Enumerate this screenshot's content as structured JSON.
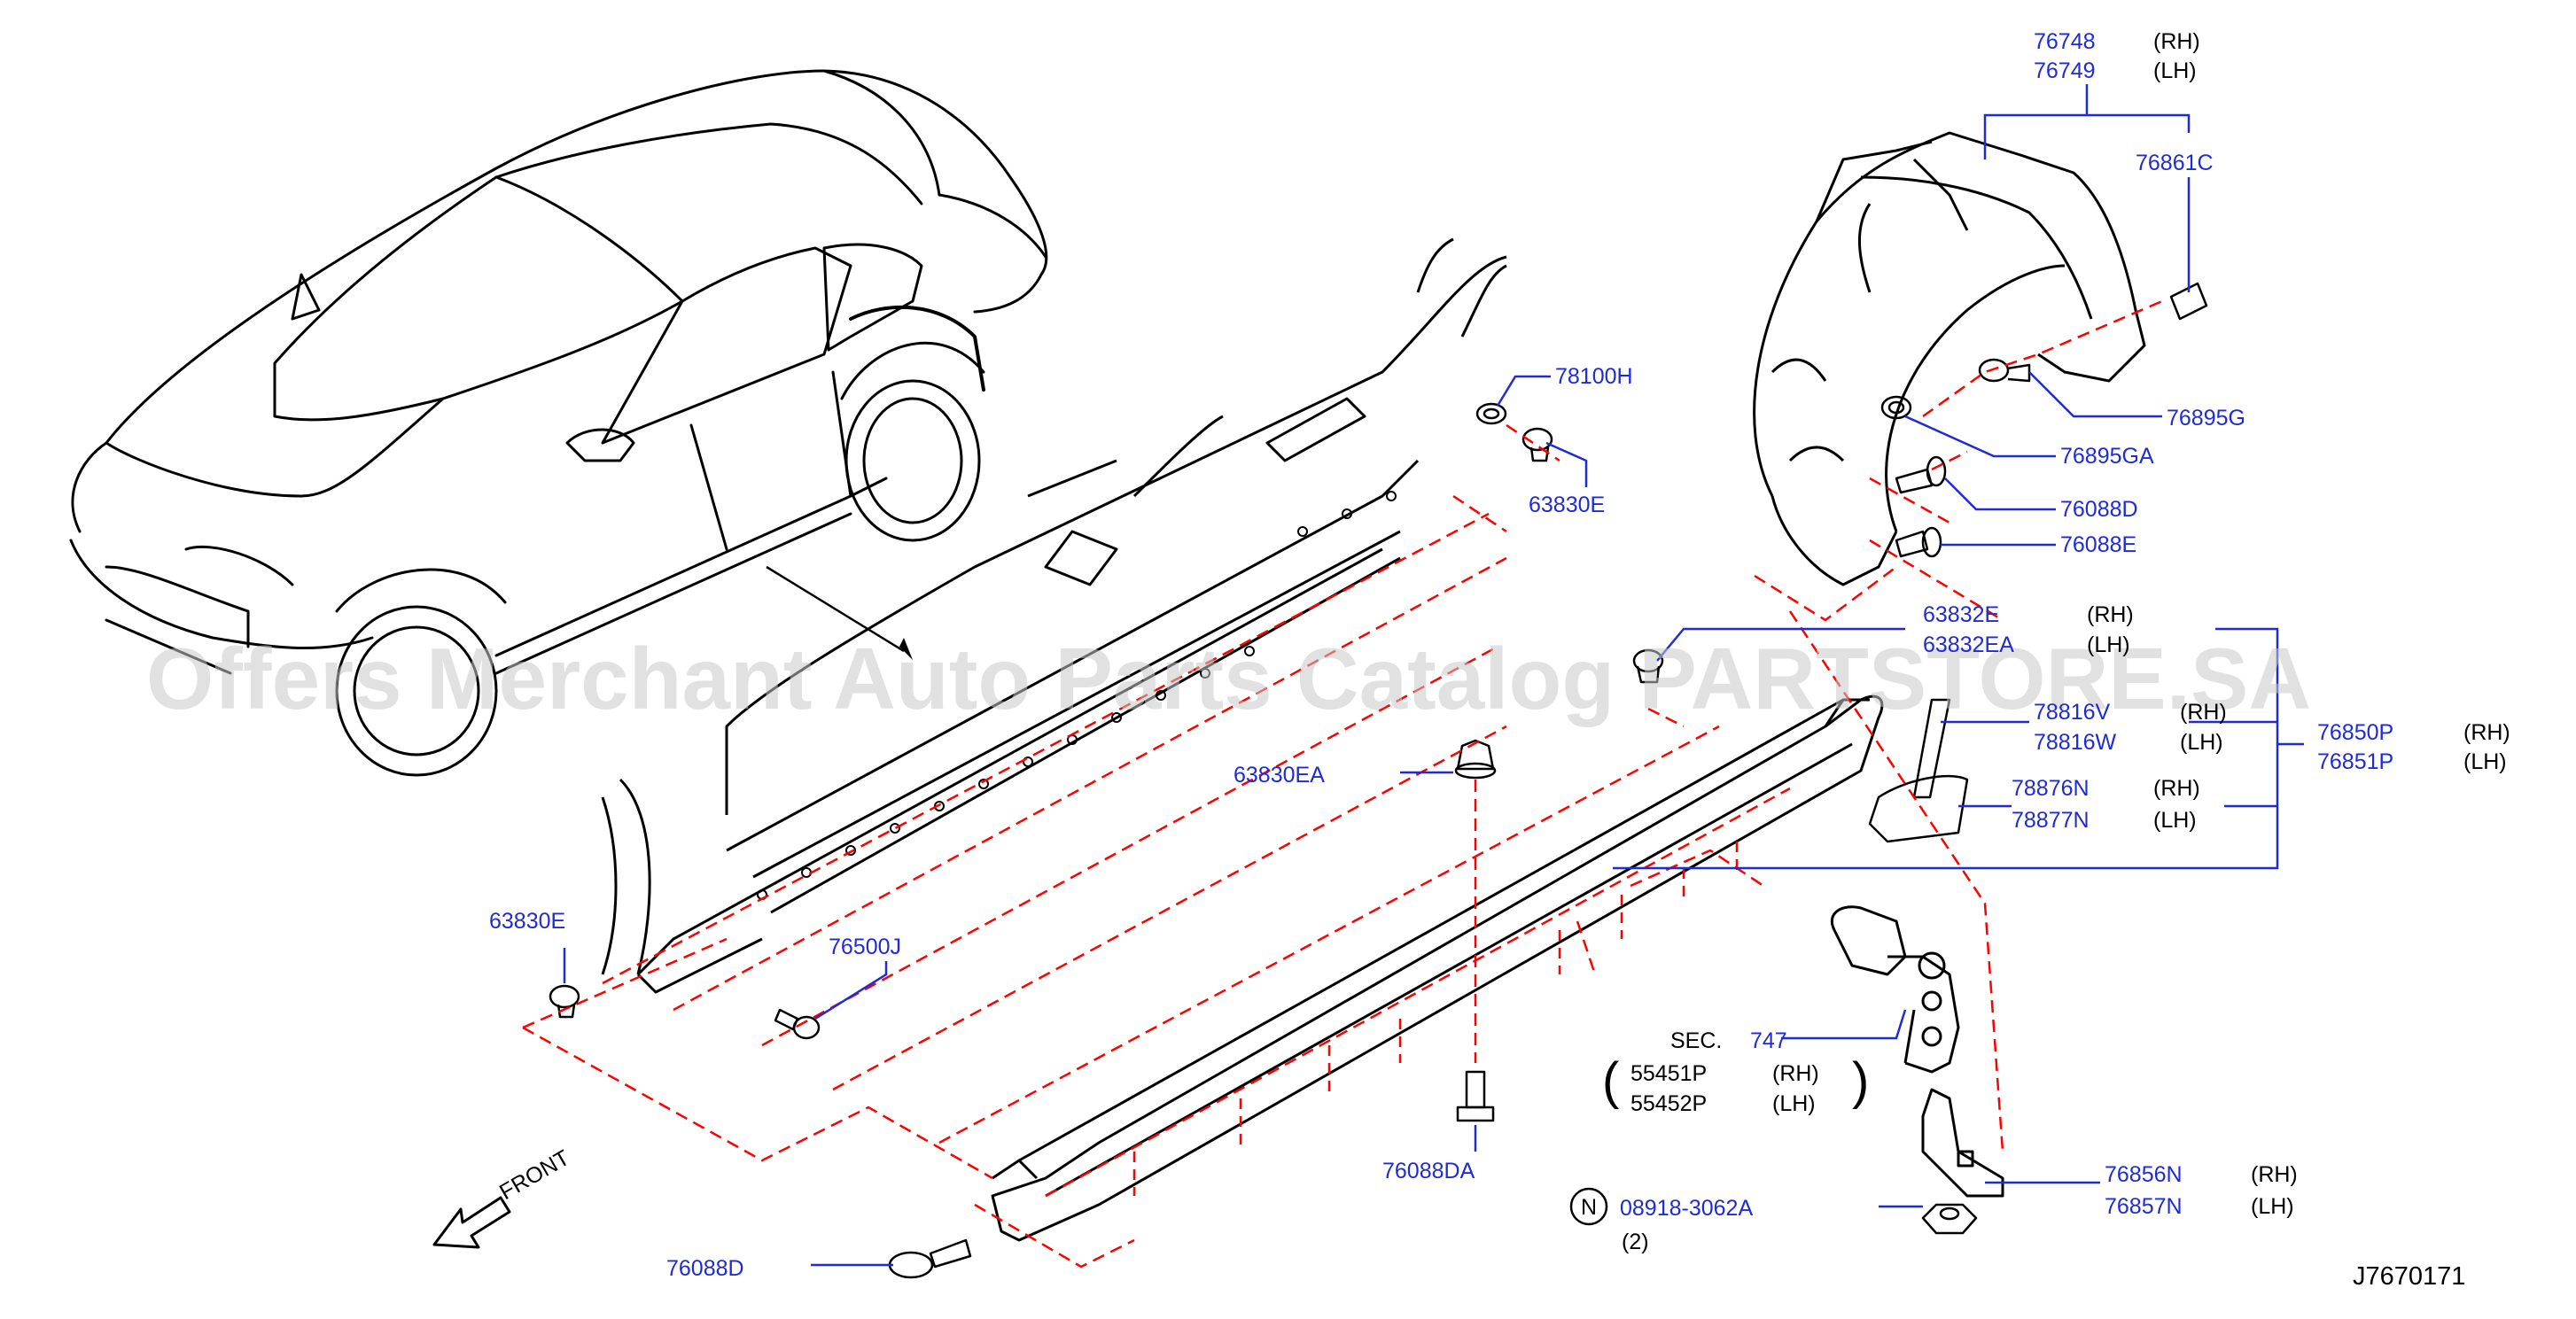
{
  "watermark": "Offers Merchant Auto Parts Catalog PARTSTORE.SA",
  "diagram_id": "J7670171",
  "front_label": "FRONT",
  "colors": {
    "part_number": "#1f2bd6",
    "dashed": "#ff0000",
    "leader": "#1f2bd6",
    "line_art": "#000000"
  },
  "callouts": {
    "p76748": "76748",
    "p76748_side": "(RH)",
    "p76749": "76749",
    "p76749_side": "(LH)",
    "p76861C": "76861C",
    "p76895G": "76895G",
    "p76895GA": "76895GA",
    "p76088D_r": "76088D",
    "p76088E": "76088E",
    "p63832E": "63832E",
    "p63832E_side": "(RH)",
    "p63832EA": "63832EA",
    "p63832EA_side": "(LH)",
    "p78816V": "78816V",
    "p78816V_side": "(RH)",
    "p78816W": "78816W",
    "p78816W_side": "(LH)",
    "p78876N": "78876N",
    "p78876N_side": "(RH)",
    "p78877N": "78877N",
    "p78877N_side": "(LH)",
    "p76850P": "76850P",
    "p76850P_side": "(RH)",
    "p76851P": "76851P",
    "p76851P_side": "(LH)",
    "p78100H": "78100H",
    "p63830E_top": "63830E",
    "p63830EA": "63830EA",
    "p63830E_left": "63830E",
    "p76500J": "76500J",
    "p76088DA": "76088DA",
    "p76088D_bottom": "76088D",
    "sec_label": "SEC.",
    "sec_number": "747",
    "p55451P": "55451P",
    "p55451P_side": "(RH)",
    "p55452P": "55452P",
    "p55452P_side": "(LH)",
    "bolt_symbol": "N",
    "p08918": "08918-3062A",
    "p08918_qty": "(2)",
    "p76856N": "76856N",
    "p76856N_side": "(RH)",
    "p76857N": "76857N",
    "p76857N_side": "(LH)"
  }
}
